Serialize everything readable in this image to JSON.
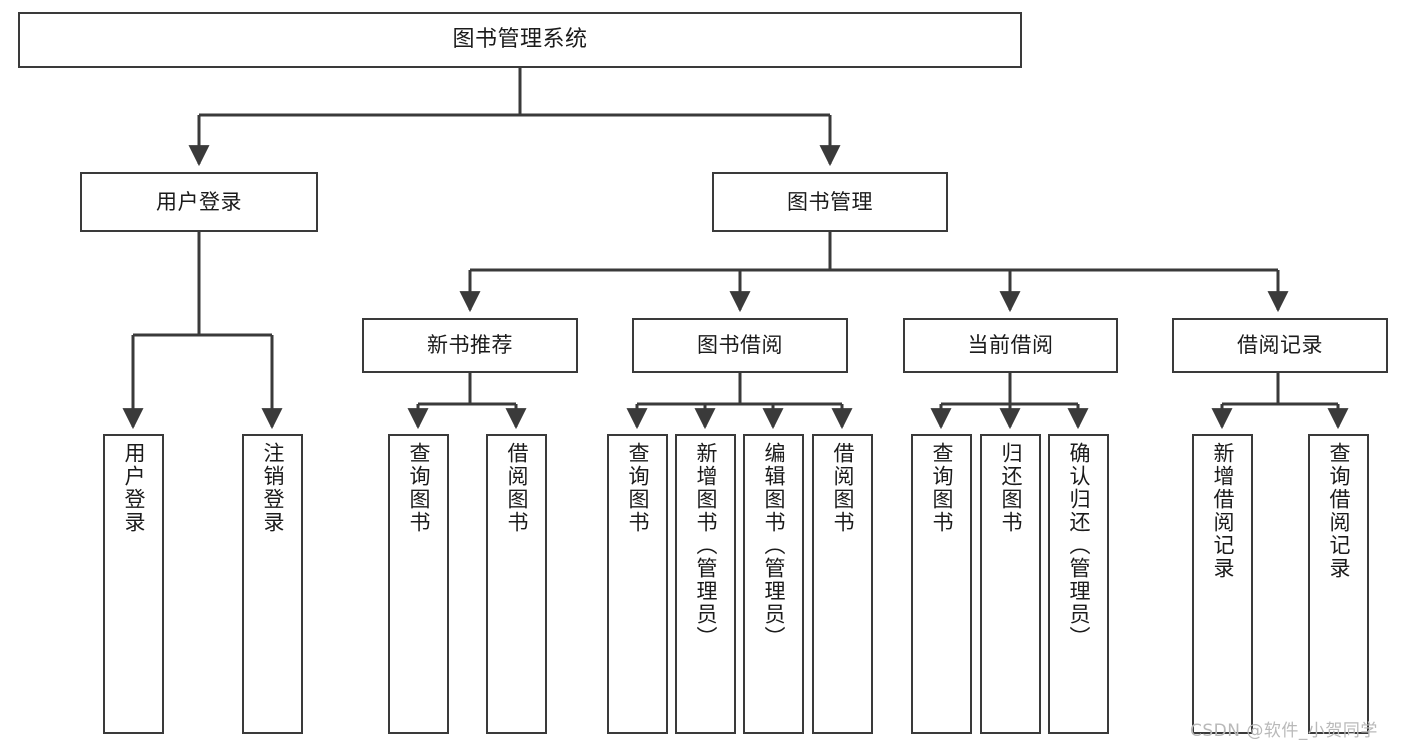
{
  "diagram": {
    "type": "tree",
    "title": "图书管理系统",
    "stroke_color": "#3a3a3a",
    "fill_color": "#ffffff",
    "text_color": "#1b1b1b",
    "nodes": {
      "root": {
        "label": "图书管理系统"
      },
      "l1": [
        {
          "id": "user-login",
          "label": "用户登录"
        },
        {
          "id": "book-manage",
          "label": "图书管理"
        }
      ],
      "l2": [
        {
          "id": "new-book-rec",
          "label": "新书推荐"
        },
        {
          "id": "book-borrow",
          "label": "图书借阅"
        },
        {
          "id": "current-borrow",
          "label": "当前借阅"
        },
        {
          "id": "borrow-record",
          "label": "借阅记录"
        }
      ],
      "leaves": [
        {
          "id": "leaf-user-login",
          "label": "用户登录",
          "parent": "user-login"
        },
        {
          "id": "leaf-user-logout",
          "label": "注销登录",
          "parent": "user-login"
        },
        {
          "id": "leaf-query-book-1",
          "label": "查询图书",
          "parent": "new-book-rec"
        },
        {
          "id": "leaf-borrow-book-1",
          "label": "借阅图书",
          "parent": "new-book-rec"
        },
        {
          "id": "leaf-query-book-2",
          "label": "查询图书",
          "parent": "book-borrow"
        },
        {
          "id": "leaf-add-book",
          "label": "新增图书（管理员）",
          "parent": "book-borrow"
        },
        {
          "id": "leaf-edit-book",
          "label": "编辑图书（管理员）",
          "parent": "book-borrow"
        },
        {
          "id": "leaf-borrow-book-2",
          "label": "借阅图书",
          "parent": "book-borrow"
        },
        {
          "id": "leaf-query-book-3",
          "label": "查询图书",
          "parent": "current-borrow"
        },
        {
          "id": "leaf-return-book",
          "label": "归还图书",
          "parent": "current-borrow"
        },
        {
          "id": "leaf-confirm-return",
          "label": "确认归还（管理员）",
          "parent": "current-borrow"
        },
        {
          "id": "leaf-add-record",
          "label": "新增借阅记录",
          "parent": "borrow-record"
        },
        {
          "id": "leaf-query-record",
          "label": "查询借阅记录",
          "parent": "borrow-record"
        }
      ]
    }
  },
  "watermark": {
    "text": "CSDN @软件_小贺同学"
  }
}
